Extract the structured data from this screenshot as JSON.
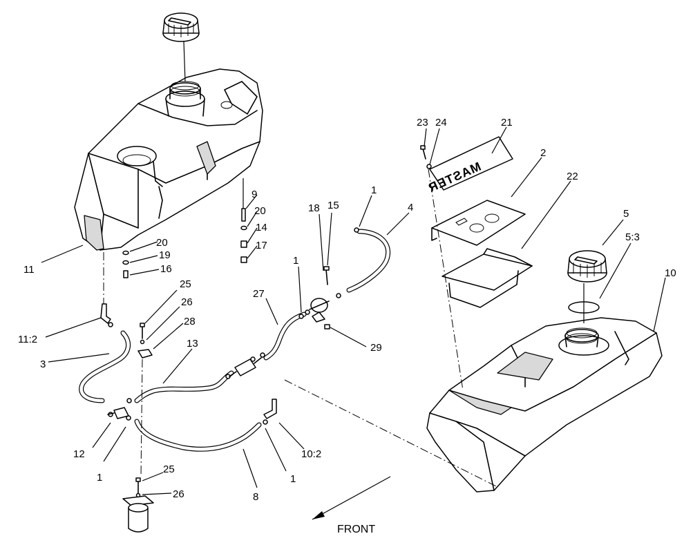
{
  "diagram": {
    "callouts": [
      {
        "id": "c23",
        "label": "23"
      },
      {
        "id": "c24",
        "label": "24"
      },
      {
        "id": "c21",
        "label": "21"
      },
      {
        "id": "c2",
        "label": "2"
      },
      {
        "id": "c22",
        "label": "22"
      },
      {
        "id": "c5",
        "label": "5"
      },
      {
        "id": "c5_3",
        "label": "5:3"
      },
      {
        "id": "c10",
        "label": "10"
      },
      {
        "id": "c1a",
        "label": "1"
      },
      {
        "id": "c4",
        "label": "4"
      },
      {
        "id": "c18",
        "label": "18"
      },
      {
        "id": "c15",
        "label": "15"
      },
      {
        "id": "c9",
        "label": "9"
      },
      {
        "id": "c20a",
        "label": "20"
      },
      {
        "id": "c14",
        "label": "14"
      },
      {
        "id": "c17",
        "label": "17"
      },
      {
        "id": "c20b",
        "label": "20"
      },
      {
        "id": "c19",
        "label": "19"
      },
      {
        "id": "c16",
        "label": "16"
      },
      {
        "id": "c11",
        "label": "11"
      },
      {
        "id": "c25a",
        "label": "25"
      },
      {
        "id": "c26a",
        "label": "26"
      },
      {
        "id": "c28",
        "label": "28"
      },
      {
        "id": "c27",
        "label": "27"
      },
      {
        "id": "c1b",
        "label": "1"
      },
      {
        "id": "c13",
        "label": "13"
      },
      {
        "id": "c11_2",
        "label": "11:2"
      },
      {
        "id": "c3",
        "label": "3"
      },
      {
        "id": "c29",
        "label": "29"
      },
      {
        "id": "c12",
        "label": "12"
      },
      {
        "id": "c1c",
        "label": "1"
      },
      {
        "id": "c25b",
        "label": "25"
      },
      {
        "id": "c26b",
        "label": "26"
      },
      {
        "id": "c8",
        "label": "8"
      },
      {
        "id": "c1d",
        "label": "1"
      },
      {
        "id": "c10_2",
        "label": "10:2"
      }
    ],
    "decal_text": "MASTER",
    "direction_label": "FRONT"
  }
}
